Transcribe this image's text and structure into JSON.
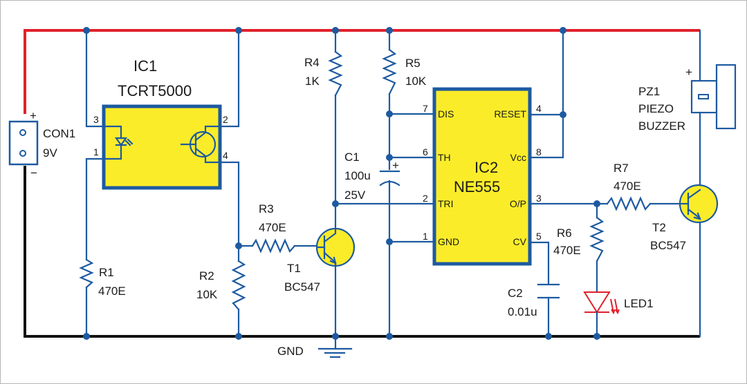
{
  "diagram": {
    "type": "circuit-schematic",
    "colors": {
      "vcc_rail": "#e1202b",
      "gnd_rail": "#111111",
      "wire": "#1d5aa0",
      "component_fill": "#fbec2a",
      "led": "#e1202b"
    },
    "con1": {
      "ref": "CON1",
      "value": "9V",
      "plus": "+",
      "minus": "−"
    },
    "ic1": {
      "ref": "IC1",
      "part": "TCRT5000",
      "pins": {
        "p1": "1",
        "p2": "2",
        "p3": "3",
        "p4": "4"
      }
    },
    "ic2": {
      "ref": "IC2",
      "part": "NE555",
      "pins": [
        {
          "num": "7",
          "name": "DIS"
        },
        {
          "num": "6",
          "name": "TH"
        },
        {
          "num": "2",
          "name": "TRI"
        },
        {
          "num": "1",
          "name": "GND"
        },
        {
          "num": "4",
          "name": "RESET"
        },
        {
          "num": "8",
          "name": "Vcc"
        },
        {
          "num": "3",
          "name": "O/P"
        },
        {
          "num": "5",
          "name": "CV"
        }
      ]
    },
    "r1": {
      "ref": "R1",
      "value": "470E"
    },
    "r2": {
      "ref": "R2",
      "value": "10K"
    },
    "r3": {
      "ref": "R3",
      "value": "470E"
    },
    "r4": {
      "ref": "R4",
      "value": "1K"
    },
    "r5": {
      "ref": "R5",
      "value": "10K"
    },
    "r6": {
      "ref": "R6",
      "value": "470E"
    },
    "r7": {
      "ref": "R7",
      "value": "470E"
    },
    "c1": {
      "ref": "C1",
      "value": "100u",
      "voltage": "25V",
      "plus": "+"
    },
    "c2": {
      "ref": "C2",
      "value": "0.01u"
    },
    "t1": {
      "ref": "T1",
      "part": "BC547"
    },
    "t2": {
      "ref": "T2",
      "part": "BC547"
    },
    "led1": {
      "ref": "LED1"
    },
    "pz1": {
      "ref": "PZ1",
      "line2": "PIEZO",
      "line3": "BUZZER",
      "plus": "+"
    },
    "gnd_label": "GND"
  }
}
